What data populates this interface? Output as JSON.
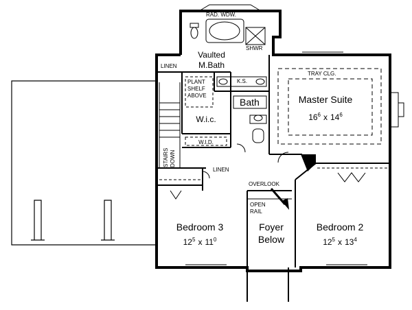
{
  "labels": {
    "rad_wdw": "RAD. WDW.",
    "shwr": "SHWR",
    "vaulted": "Vaulted",
    "mbath": "M.Bath",
    "linen_top": "LINEN",
    "tray_clg": "TRAY CLG.",
    "ks": "K.S.",
    "plant_shelf": [
      "PLANT",
      "SHELF",
      "ABOVE"
    ],
    "bath": "Bath",
    "master_suite": "Master Suite",
    "master_dim": {
      "w": "16",
      "w_sup": "6",
      "x": "x",
      "h": "14",
      "h_sup": "6"
    },
    "wic": "W.i.c.",
    "wid": "W.I.D.",
    "stairs_down": [
      "STAIRS",
      "DOWN"
    ],
    "linen_mid": "LINEN",
    "overlook": "OVERLOOK",
    "open_rail": [
      "OPEN",
      "RAIL"
    ],
    "bedroom3": "Bedroom 3",
    "bedroom3_dim": {
      "w": "12",
      "w_sup": "5",
      "x": "x",
      "h": "11",
      "h_sup": "0"
    },
    "foyer": [
      "Foyer",
      "Below"
    ],
    "bedroom2": "Bedroom 2",
    "bedroom2_dim": {
      "w": "12",
      "w_sup": "5",
      "x": "x",
      "h": "13",
      "h_sup": "4"
    }
  },
  "colors": {
    "line": "#000000",
    "background": "#ffffff"
  }
}
